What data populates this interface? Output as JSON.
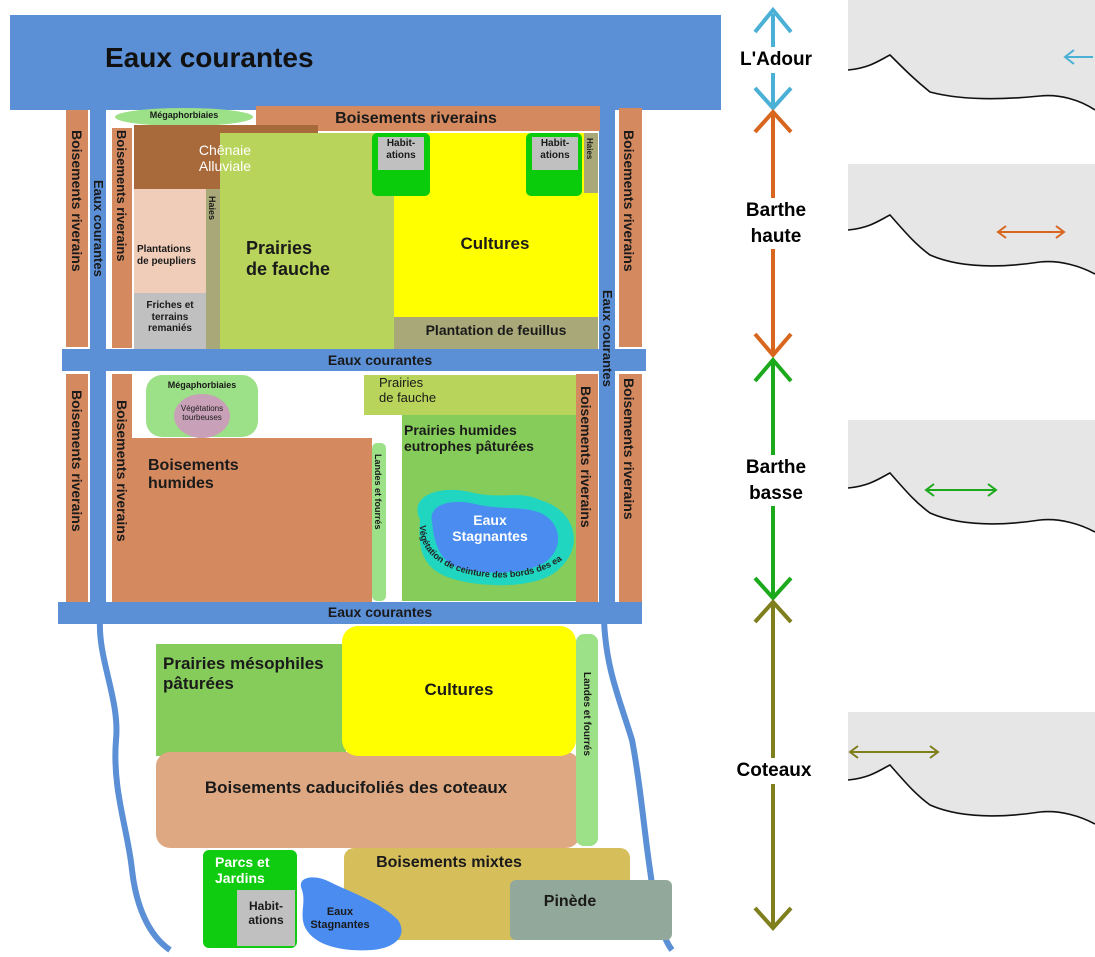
{
  "colors": {
    "water": "#5b8fd6",
    "riparian": "#d4895f",
    "chenaie": "#a86a3a",
    "meadow": "#b8d45a",
    "crops": "#ffff00",
    "habitation_green": "#0acc0a",
    "habitation_grey": "#c0c0c0",
    "wet_meadow": "#86cc5a",
    "stagnant": "#4a8cf0",
    "belt": "#20d6c0",
    "pale_green": "#9ce088",
    "peuplier": "#f0cdb8",
    "friche": "#c0c0c0",
    "feuillus": "#a8a878",
    "coteaux_wood": "#dea882",
    "mixed_wood": "#d6be5a",
    "pinede": "#92a89a",
    "parcs": "#10cc10",
    "adour_arrow": "#4ab0d6",
    "haute_arrow": "#d8661e",
    "basse_arrow": "#1caa1c",
    "coteaux_arrow": "#7f7f1e"
  },
  "labels": {
    "eaux_courantes_top": "Eaux courantes",
    "megaphorbiaies_top": "Mégaphorbiaies",
    "boisements_riverains_top": "Boisements riverains",
    "chenaie": "Chênaie\nAlluviale",
    "habitations_1": "Habit-\nations",
    "habitations_2": "Habit-\nations",
    "haies_top": "Haies",
    "haies_left": "Haies",
    "plantations_peupliers": "Plantations\nde peupliers",
    "friches": "Friches et\nterrains\nremaniés",
    "prairies_fauche_1": "Prairies\nde fauche",
    "cultures_1": "Cultures",
    "plantation_feuillus": "Plantation de feuillus",
    "eaux_courantes_mid": "Eaux courantes",
    "megaphorbiaies_mid": "Mégaphorbiaies",
    "vegetations_tourbeuses": "Végétations\ntourbeuses",
    "prairies_fauche_2": "Prairies\nde fauche",
    "prairies_humides": "Prairies humides\neutrophes pâturées",
    "boisements_humides": "Boisements\nhumides",
    "landes_fourres_1": "Landes et fourrés",
    "eaux_stagnantes_1": "Eaux\nStagnantes",
    "ceinture_text": "Végétation de ceinture des bords des eaux",
    "eaux_courantes_low": "Eaux courantes",
    "vert_boisements_riverains_outer_left": "Boisements riverains",
    "vert_eaux_courantes_left": "Eaux courantes",
    "vert_boisements_riverains_inner_left": "Boisements riverains",
    "vert_boisements_riverains_outer_right": "Boisements riverains",
    "vert_eaux_courantes_right": "Eaux courantes",
    "vert_boisements_riverains_low_outer_left": "Boisements riverains",
    "vert_boisements_riverains_low_inner_left": "Boisements riverains",
    "vert_boisements_riverains_low_inner_right": "Boisements riverains",
    "vert_boisements_riverains_low_outer_right": "Boisements riverains",
    "prairies_mesophiles": "Prairies mésophiles\npâturées",
    "cultures_2": "Cultures",
    "landes_fourres_2": "Landes et fourrés",
    "boisements_caducifolies": "Boisements caducifoliés des coteaux",
    "parcs_jardins": "Parcs et\nJardins",
    "habitations_3": "Habit-\nations",
    "boisements_mixtes": "Boisements mixtes",
    "pinede": "Pinède",
    "eaux_stagnantes_2": "Eaux\nStagnantes"
  },
  "zones": {
    "adour": "L'Adour",
    "barthe_haute": "Barthe\nhaute",
    "barthe_basse": "Barthe\nbasse",
    "coteaux": "Coteaux"
  }
}
